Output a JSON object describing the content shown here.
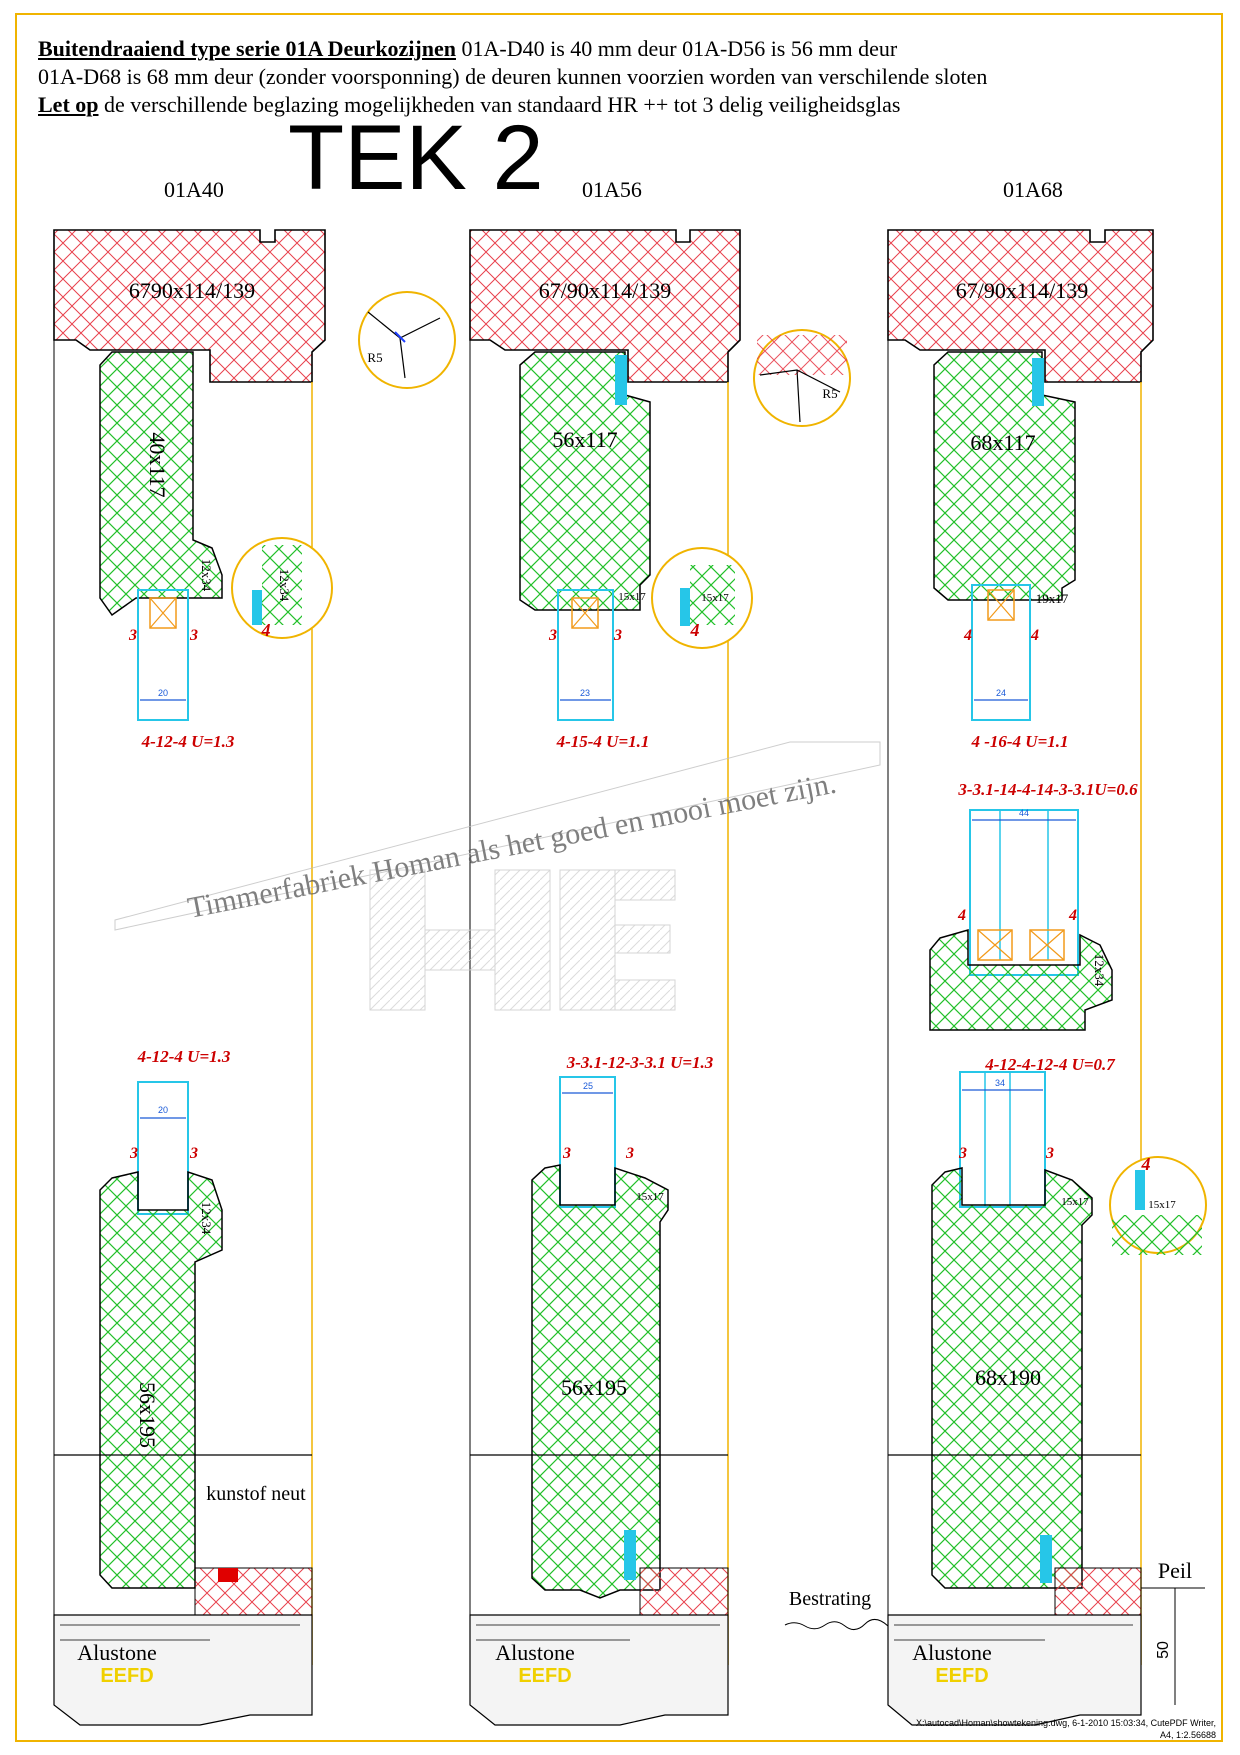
{
  "header": {
    "line1_bold": "Buitendraaiend type serie 01A Deurkozijnen",
    "line1_rest": " 01A-D40 is 40 mm deur  01A-D56 is 56 mm deur",
    "line2": "01A-D68 is 68 mm deur (zonder voorsponning) de deuren kunnen voorzien worden van verschilende sloten",
    "line3_bold": "Let op",
    "line3_rest": " de verschillende beglazing mogelijkheden van standaard HR ++ tot 3 delig veiligheidsglas"
  },
  "title": "TEK 2",
  "columns": [
    {
      "code": "01A40",
      "frame_label": "6790x114/139",
      "top_door_label": "40x117",
      "top_glazing": "4-12-4  U=1.3",
      "top_bead": "12x34",
      "top_gap": "3",
      "top_glass_width": "20",
      "bottom_glazing": "4-12-4  U=1.3",
      "bottom_bead": "12x34",
      "bottom_gap": "3",
      "bottom_glass_width": "20",
      "bottom_door_label": "56x195",
      "sill_note": "kunstof neut",
      "sill_label": "Alustone",
      "sill_sub": "EEFD"
    },
    {
      "code": "01A56",
      "frame_label": "67/90x114/139",
      "top_door_label": "56x117",
      "top_glazing": "4-15-4   U=1.1",
      "top_bead": "15x17",
      "top_gap": "3",
      "top_glass_width": "23",
      "bottom_glazing": "3-3.1-12-3-3.1   U=1.3",
      "bottom_bead": "15x17",
      "bottom_gap": "3",
      "bottom_glass_width": "25",
      "bottom_door_label": "56x195",
      "sill_label": "Alustone",
      "sill_sub": "EEFD"
    },
    {
      "code": "01A68",
      "frame_label": "67/90x114/139",
      "top_door_label": "68x117",
      "top_glazing": "4 -16-4   U=1.1",
      "top_bead": "19x17",
      "top_gap": "4",
      "top_glass_width": "24",
      "mid_glazing": "3-3.1-14-4-14-3-3.1U=0.6",
      "mid_bead": "12x34",
      "mid_gap": "4",
      "mid_glass_width": "44",
      "bottom_glazing": "4-12-4-12-4    U=0.7",
      "bottom_bead": "15x17",
      "bottom_gap": "3",
      "bottom_glass_width": "34",
      "bottom_door_label": "68x190",
      "sill_label": "Alustone",
      "sill_sub": "EEFD"
    }
  ],
  "details": {
    "radius_label": "R5",
    "detail_gap": "4",
    "bead_a": "12x34",
    "bead_b": "15x17"
  },
  "annotations": {
    "paving": "Bestrating",
    "level": "Peil",
    "level_dim": "50"
  },
  "watermark": "Timmerfabriek Homan als het goed en mooi moet zijn.",
  "footer": {
    "line1": "X:\\autocad\\Homan\\showtekening.dwg, 6-1-2010 15:03:34, CutePDF Writer,",
    "line2": "A4, 1:2.56688"
  },
  "colors": {
    "border": "#f0b400",
    "frame_hatch": "#e8414d",
    "door_hatch": "#22c02a",
    "glass": "#26c6e8",
    "spacer": "#f29a1a",
    "label_red": "#cc0000"
  }
}
